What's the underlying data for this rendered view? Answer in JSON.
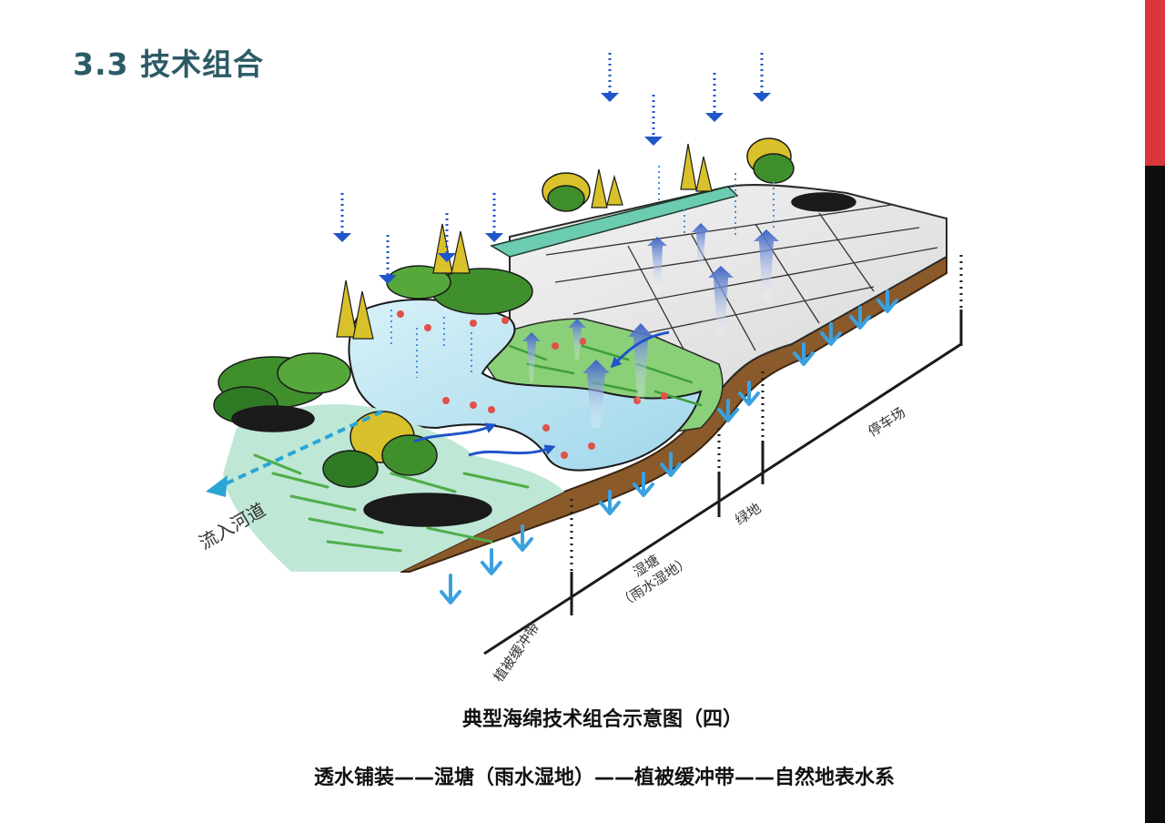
{
  "page": {
    "title": "3.3  技术组合"
  },
  "diagram": {
    "flow_label": "流入河道",
    "zones": {
      "parking": "停车场",
      "greenland": "绿地",
      "wetland_line1": "湿塘",
      "wetland_line2": "（雨水湿地）",
      "buffer": "植被缓冲带"
    }
  },
  "captions": {
    "figure_title": "典型海绵技术组合示意图（四）",
    "sequence": "透水铺装——湿塘（雨水湿地）——植被缓冲带——自然地表水系"
  },
  "colors": {
    "title": "#2c5a66",
    "accent_red": "#d9373b",
    "side_bar": "#0d0d0d",
    "rain_arrow": "#1f55c8",
    "infiltration_arrow": "#3aa1e0",
    "soil": "#8a5a2b",
    "water": "#bfe6f2",
    "vegetation": "#3f8f2c"
  },
  "icons": [
    "rain-arrow-icon",
    "infiltration-arrow-icon",
    "flow-arrow-icon"
  ]
}
